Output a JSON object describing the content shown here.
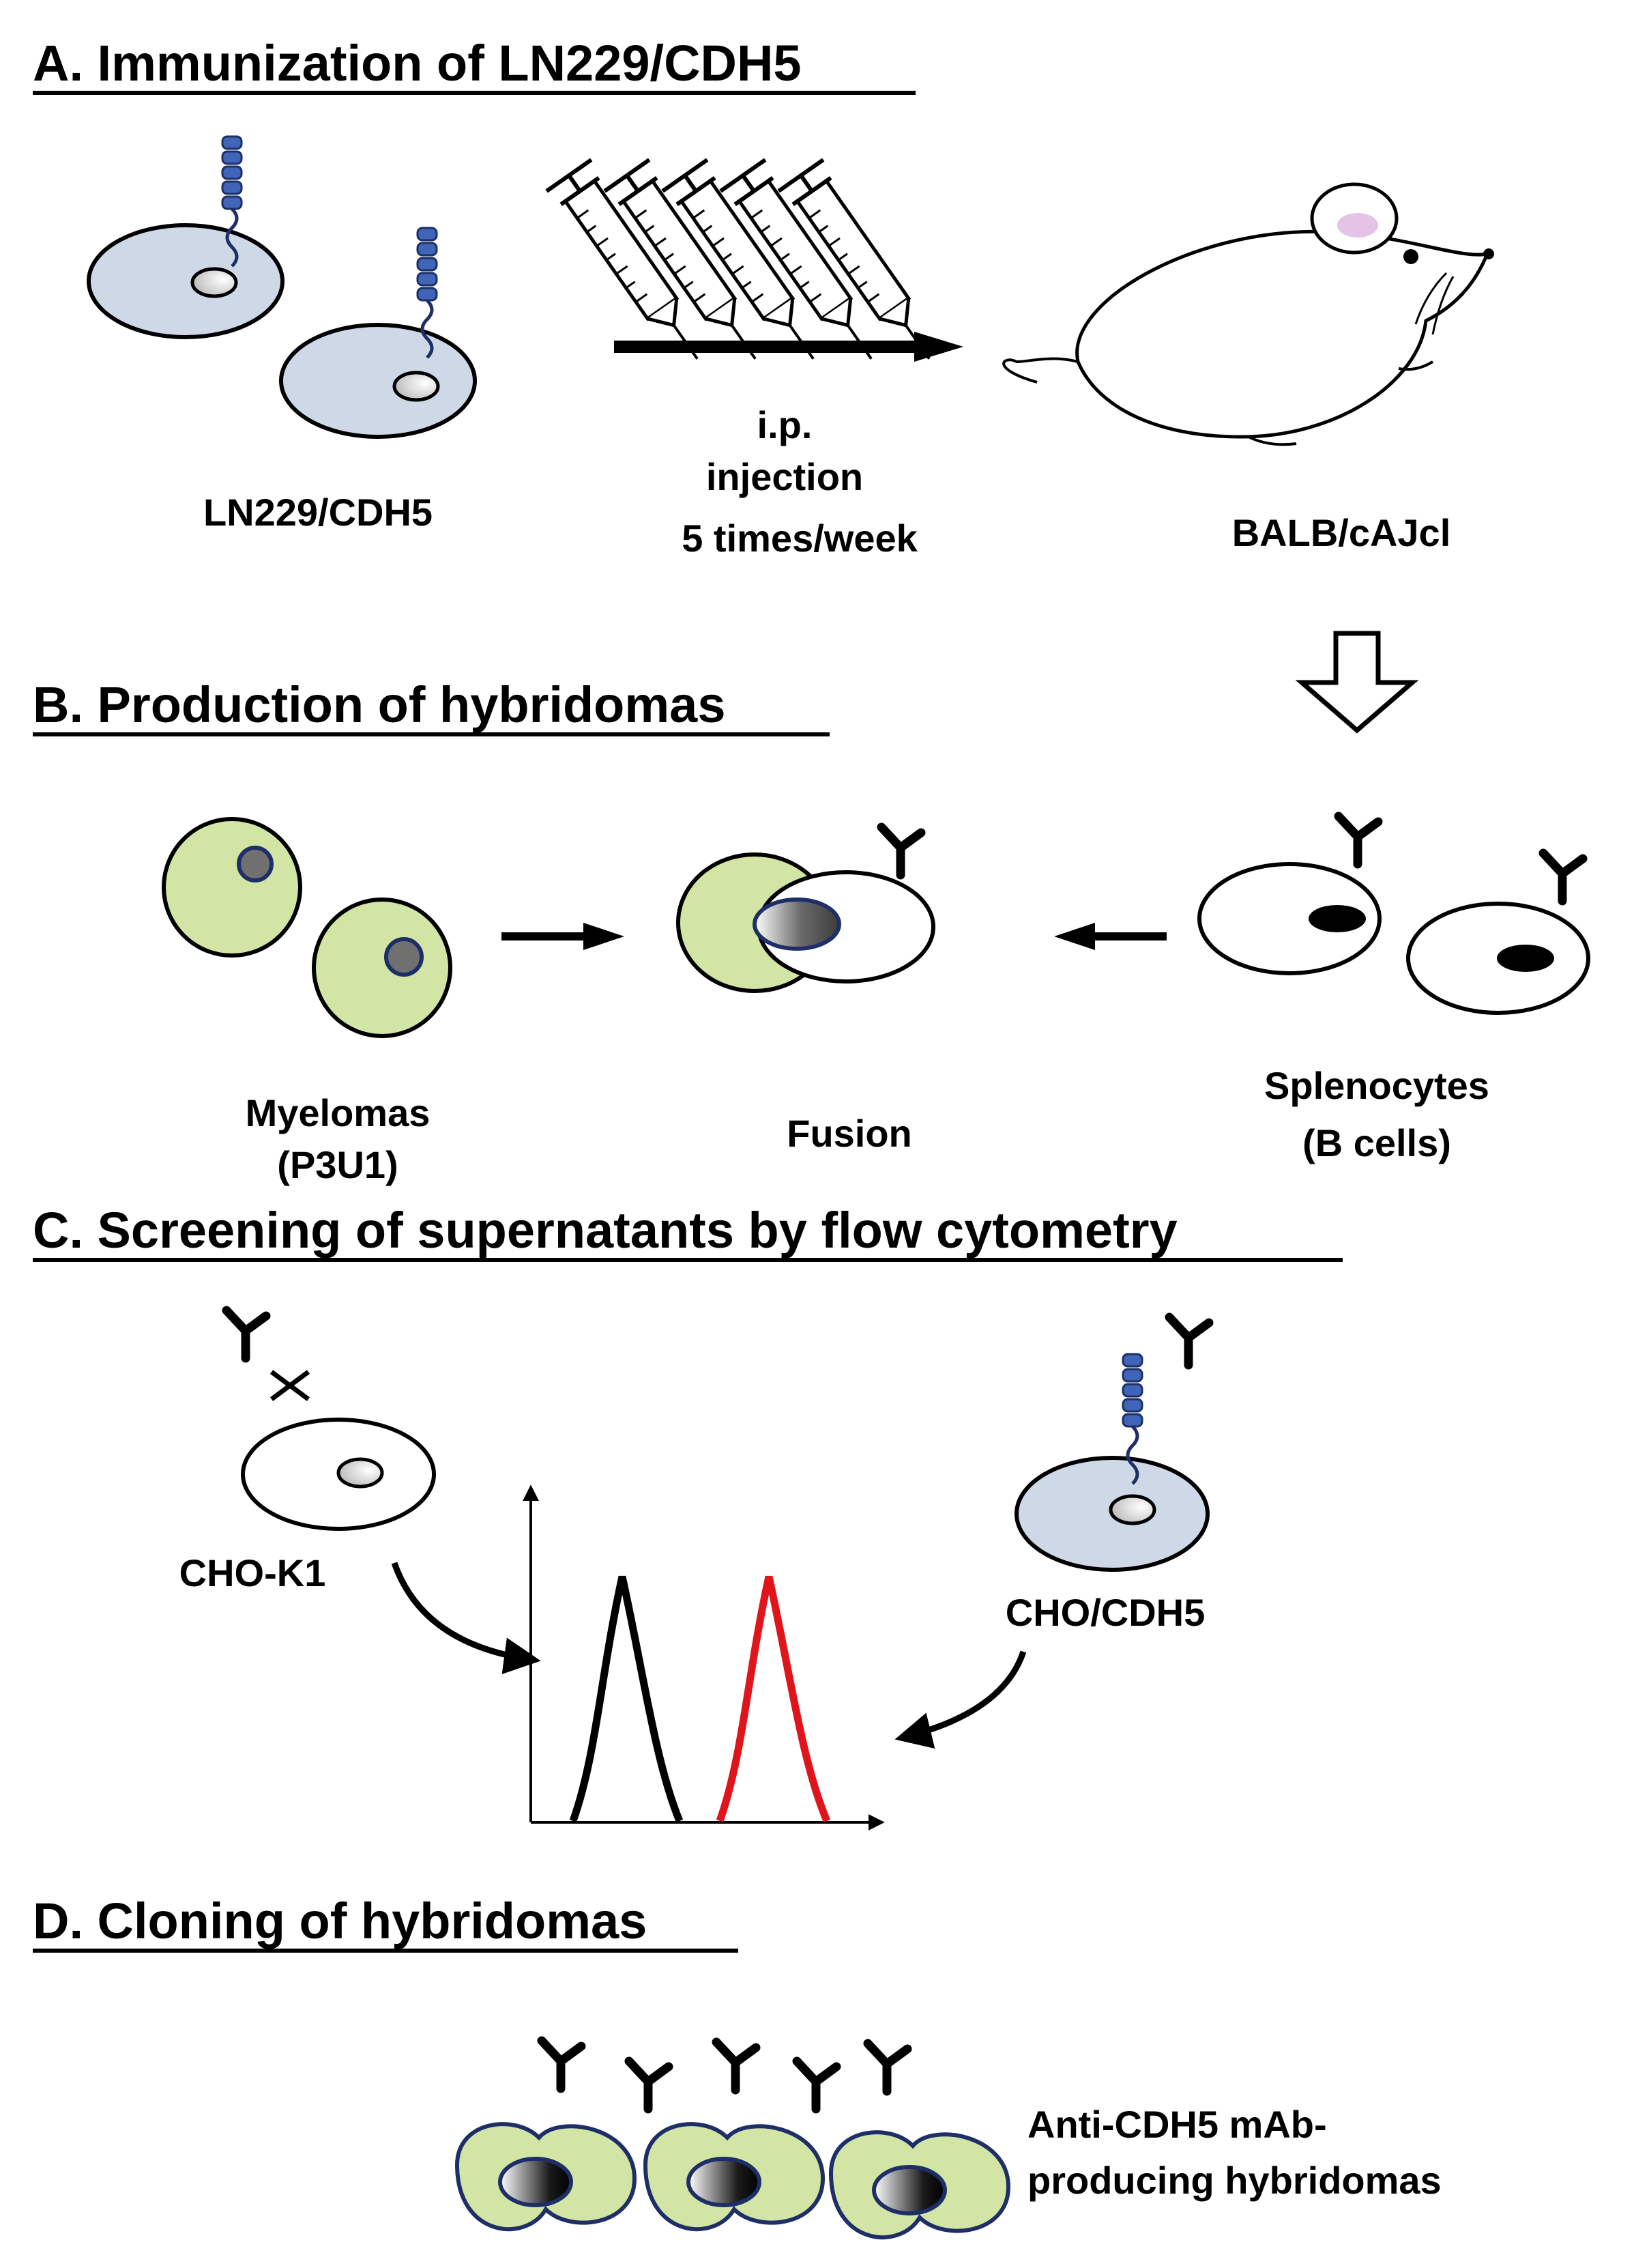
{
  "colors": {
    "cell_blue": "#cfd8e6",
    "myeloma_green": "#d2e5a4",
    "receptor_blue": "#3f64b8",
    "peak_black": "#000000",
    "peak_red": "#e0141b"
  },
  "sections": {
    "a": {
      "title": "A. Immunization of LN229/CDH5",
      "cell_label": "LN229/CDH5",
      "injection_line1": "i.p.",
      "injection_line2": "injection",
      "injection_line3": "5 times/week",
      "mouse_label": "BALB/cAJcl"
    },
    "b": {
      "title": "B. Production of hybridomas",
      "myeloma_line1": "Myelomas",
      "myeloma_line2": "(P3U1)",
      "fusion_label": "Fusion",
      "spleno_line1": "Splenocytes",
      "spleno_line2": "(B cells)"
    },
    "c": {
      "title": "C. Screening of supernatants by flow cytometry",
      "cho_label": "CHO-K1",
      "chocdh5_label": "CHO/CDH5"
    },
    "d": {
      "title": "D. Cloning of hybridomas",
      "result_line1": "Anti-CDH5 mAb-",
      "result_line2": "producing hybridomas"
    }
  }
}
